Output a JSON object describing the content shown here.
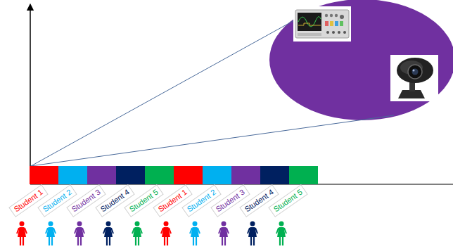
{
  "diagram": {
    "labels": [
      "Student 1",
      "Student 2",
      "Student 3",
      "Student 4",
      "Student 5",
      "Student 1",
      "Student 2",
      "Student 3",
      "Student 4",
      "Student 5"
    ]
  }
}
